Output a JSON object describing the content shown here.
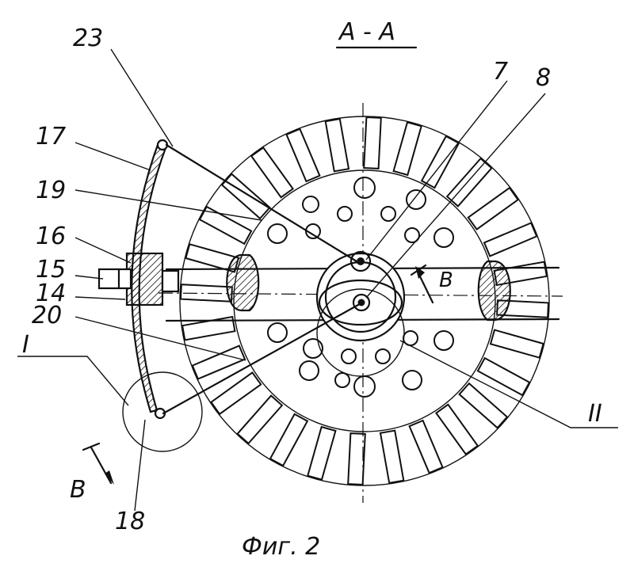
{
  "section_title": "А - А",
  "figure_caption": "Фиг. 2",
  "callouts": {
    "c23": "23",
    "c17": "17",
    "c19": "19",
    "c16": "16",
    "c15": "15",
    "c14": "14",
    "c20": "20",
    "c1": "I",
    "c7": "7",
    "c8": "8",
    "cII": "II",
    "c18": "18",
    "view_b_top": "В",
    "view_b_bottom": "В"
  },
  "colors": {
    "ink": "#111111",
    "paper": "#ffffff"
  }
}
